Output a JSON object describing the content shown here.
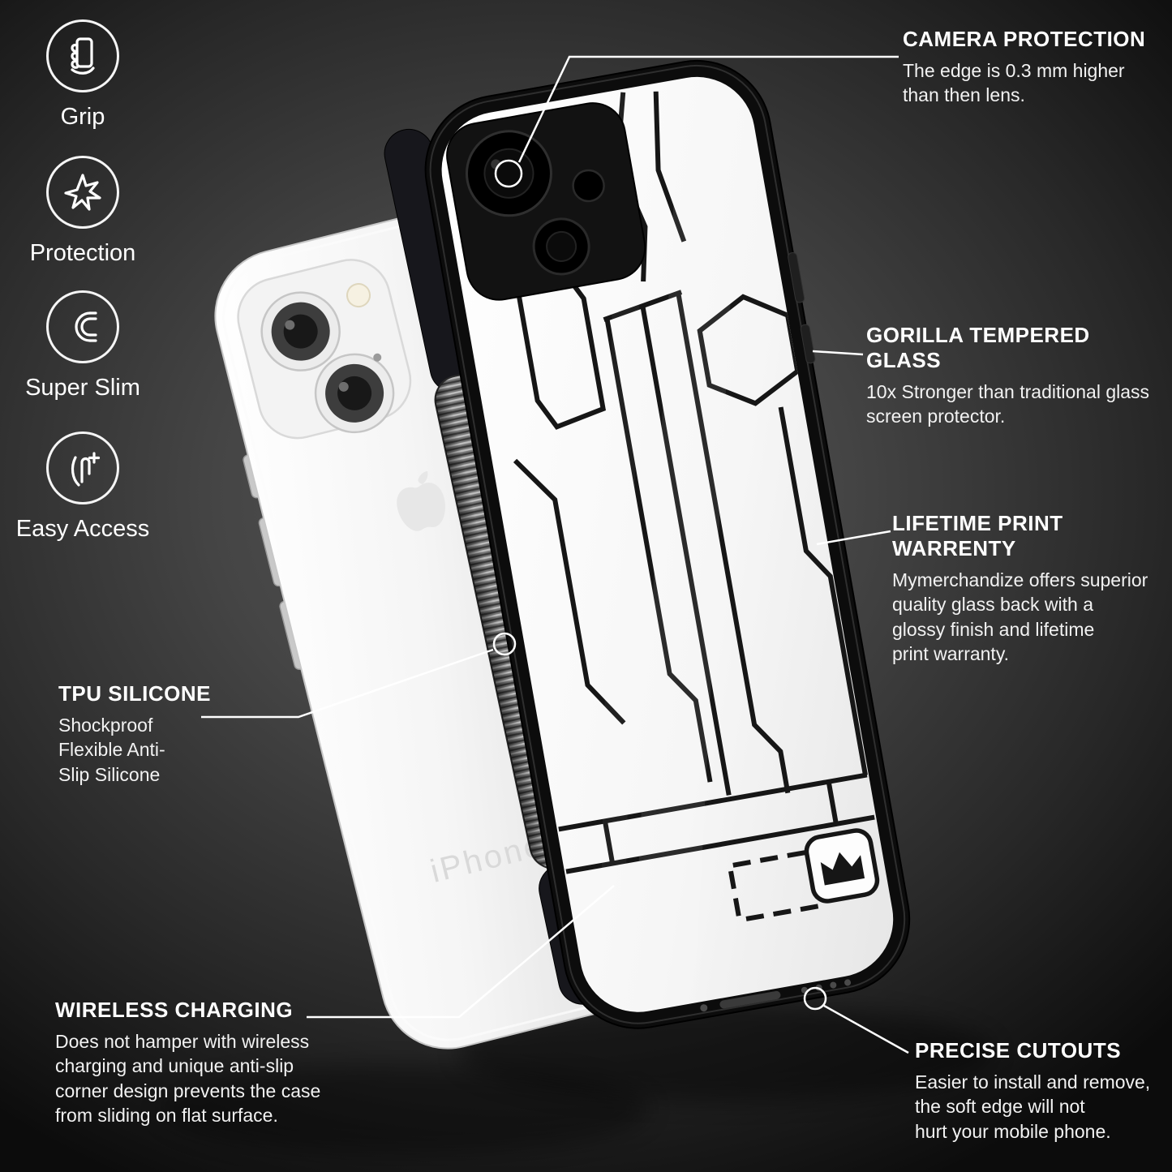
{
  "side_features": [
    {
      "label": "Grip",
      "icon": "grip-icon"
    },
    {
      "label": "Protection",
      "icon": "protection-icon"
    },
    {
      "label": "Super Slim",
      "icon": "super-slim-icon"
    },
    {
      "label": "Easy Access",
      "icon": "easy-access-icon"
    }
  ],
  "callouts": {
    "camera_protection": {
      "title": "CAMERA PROTECTION",
      "description": "The edge is 0.3 mm higher\nthan then lens."
    },
    "gorilla_glass": {
      "title": "GORILLA TEMPERED GLASS",
      "description": "10x Stronger than traditional glass\nscreen protector."
    },
    "lifetime_print": {
      "title": "LIFETIME PRINT WARRENTY",
      "description": "Mymerchandize offers superior\nquality glass back with a\nglossy finish and lifetime\nprint warranty."
    },
    "precise_cutouts": {
      "title": "PRECISE CUTOUTS",
      "description": "Easier to install and remove,\nthe soft edge will not\nhurt your mobile phone."
    },
    "tpu_silicone": {
      "title": "TPU SILICONE",
      "description": "Shockproof\nFlexible Anti-\nSlip Silicone"
    },
    "wireless_charging": {
      "title": "WIRELESS CHARGING",
      "description": "Does not hamper with wireless\ncharging and unique anti-slip\ncorner design prevents the case\nfrom sliding on flat surface."
    }
  },
  "phone": {
    "engraving": "iPhone"
  },
  "colors": {
    "background_center": "#585858",
    "background_edge": "#0c0c0c",
    "callout_line": "#ffffff",
    "case_pattern": "#161616",
    "phone_body": "#f4f4f4",
    "bumper": "#0c0c0c"
  }
}
